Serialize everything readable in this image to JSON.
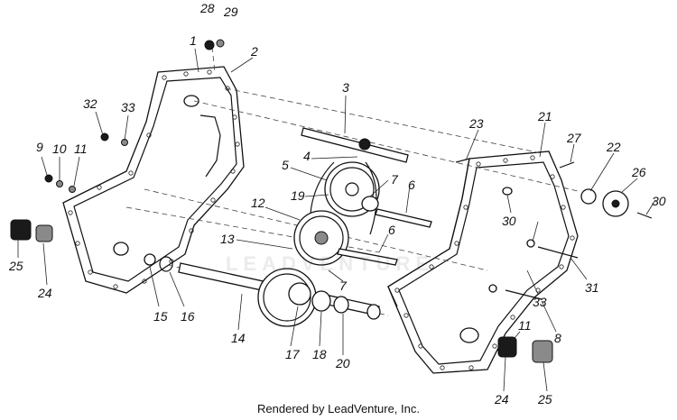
{
  "diagram": {
    "callouts": [
      {
        "id": "28",
        "text": "28"
      },
      {
        "id": "29",
        "text": "29"
      },
      {
        "id": "1",
        "text": "1"
      },
      {
        "id": "2",
        "text": "2"
      },
      {
        "id": "3",
        "text": "3"
      },
      {
        "id": "32",
        "text": "32"
      },
      {
        "id": "33a",
        "text": "33"
      },
      {
        "id": "9",
        "text": "9"
      },
      {
        "id": "10",
        "text": "10"
      },
      {
        "id": "11a",
        "text": "11"
      },
      {
        "id": "4",
        "text": "4"
      },
      {
        "id": "5",
        "text": "5"
      },
      {
        "id": "19",
        "text": "19"
      },
      {
        "id": "7a",
        "text": "7"
      },
      {
        "id": "6a",
        "text": "6"
      },
      {
        "id": "12",
        "text": "12"
      },
      {
        "id": "13",
        "text": "13"
      },
      {
        "id": "6b",
        "text": "6"
      },
      {
        "id": "7b",
        "text": "7"
      },
      {
        "id": "25a",
        "text": "25"
      },
      {
        "id": "24a",
        "text": "24"
      },
      {
        "id": "15",
        "text": "15"
      },
      {
        "id": "16",
        "text": "16"
      },
      {
        "id": "14",
        "text": "14"
      },
      {
        "id": "17",
        "text": "17"
      },
      {
        "id": "18",
        "text": "18"
      },
      {
        "id": "20",
        "text": "20"
      },
      {
        "id": "23",
        "text": "23"
      },
      {
        "id": "21",
        "text": "21"
      },
      {
        "id": "27",
        "text": "27"
      },
      {
        "id": "22",
        "text": "22"
      },
      {
        "id": "26",
        "text": "26"
      },
      {
        "id": "30a",
        "text": "30"
      },
      {
        "id": "30b",
        "text": "30"
      },
      {
        "id": "31",
        "text": "31"
      },
      {
        "id": "33b",
        "text": "33"
      },
      {
        "id": "8",
        "text": "8"
      },
      {
        "id": "11b",
        "text": "11"
      },
      {
        "id": "24b",
        "text": "24"
      },
      {
        "id": "25b",
        "text": "25"
      }
    ]
  },
  "watermark": "LEADVENTURE",
  "footer": "Rendered by LeadVenture, Inc."
}
